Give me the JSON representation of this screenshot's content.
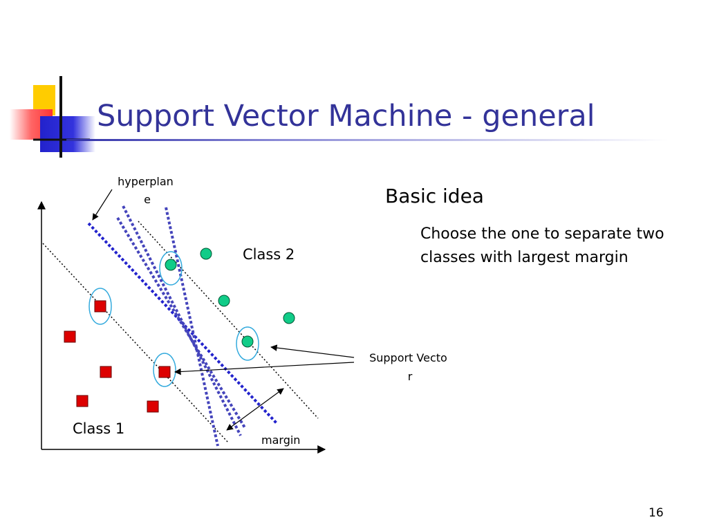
{
  "slide": {
    "title": "Support Vector Machine - general",
    "page_number": "16"
  },
  "diagram": {
    "hyperplane_label": [
      "hyperplan",
      "e"
    ],
    "class2_label": "Class 2",
    "class1_label": "Class 1",
    "support_vector_label": [
      "Support Vecto",
      "r"
    ],
    "margin_label": "margin"
  },
  "bullets": {
    "heading": "Basic idea",
    "text": "Choose the one to separate two classes with largest margin"
  },
  "colors": {
    "title": "#333399",
    "class1_marker": "#dd0000",
    "class2_marker": "#11cc88",
    "support_ring": "#33aadd",
    "hyperplane": "#2222cc"
  }
}
